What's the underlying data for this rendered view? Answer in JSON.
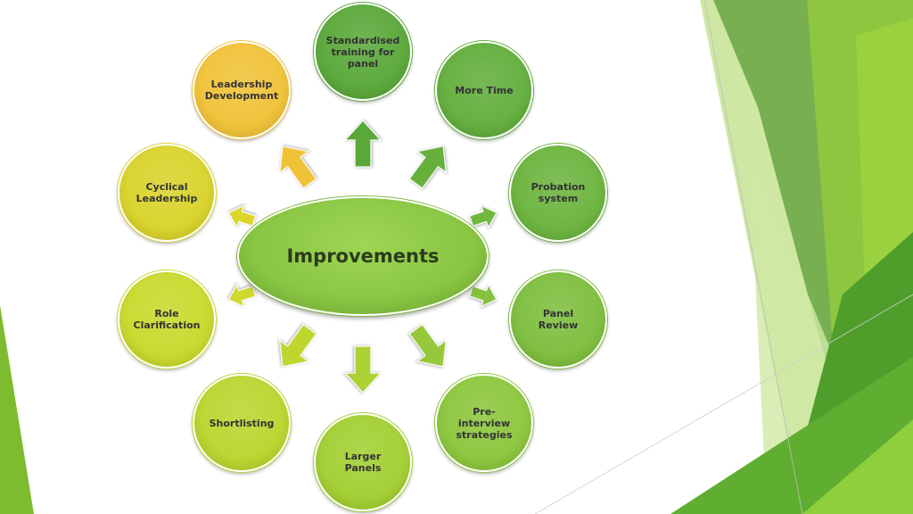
{
  "diagram": {
    "center_label": "Improvements",
    "nodes": [
      {
        "label": "Standardised\ntraining  for\npanel",
        "color": "#5aa83a"
      },
      {
        "label": "More Time",
        "color": "#62ae3c"
      },
      {
        "label": "Probation\nsystem",
        "color": "#6cb43e"
      },
      {
        "label": "Panel Review",
        "color": "#7ebe3e"
      },
      {
        "label": "Pre-\ninterview\nstrategies",
        "color": "#8cc63c"
      },
      {
        "label": "Larger Panels",
        "color": "#a2cf32"
      },
      {
        "label": "Shortlisting",
        "color": "#b8d62e"
      },
      {
        "label": "Role\nClarification",
        "color": "#c9d92c"
      },
      {
        "label": "Cyclical\nLeadership",
        "color": "#d9d32a"
      },
      {
        "label": "Leadership\nDevelopment",
        "color": "#f0c238"
      }
    ],
    "arrow_colors": [
      "#5aa83a",
      "#66b03c",
      "#72b83e",
      "#84c23c",
      "#96c83a",
      "#acd134",
      "#bfd62e",
      "#cfd82c",
      "#dcd52a",
      "#f0c238"
    ]
  },
  "theme": {
    "accent_dark": "#4e9a2a",
    "accent_light": "#8dc63f"
  }
}
